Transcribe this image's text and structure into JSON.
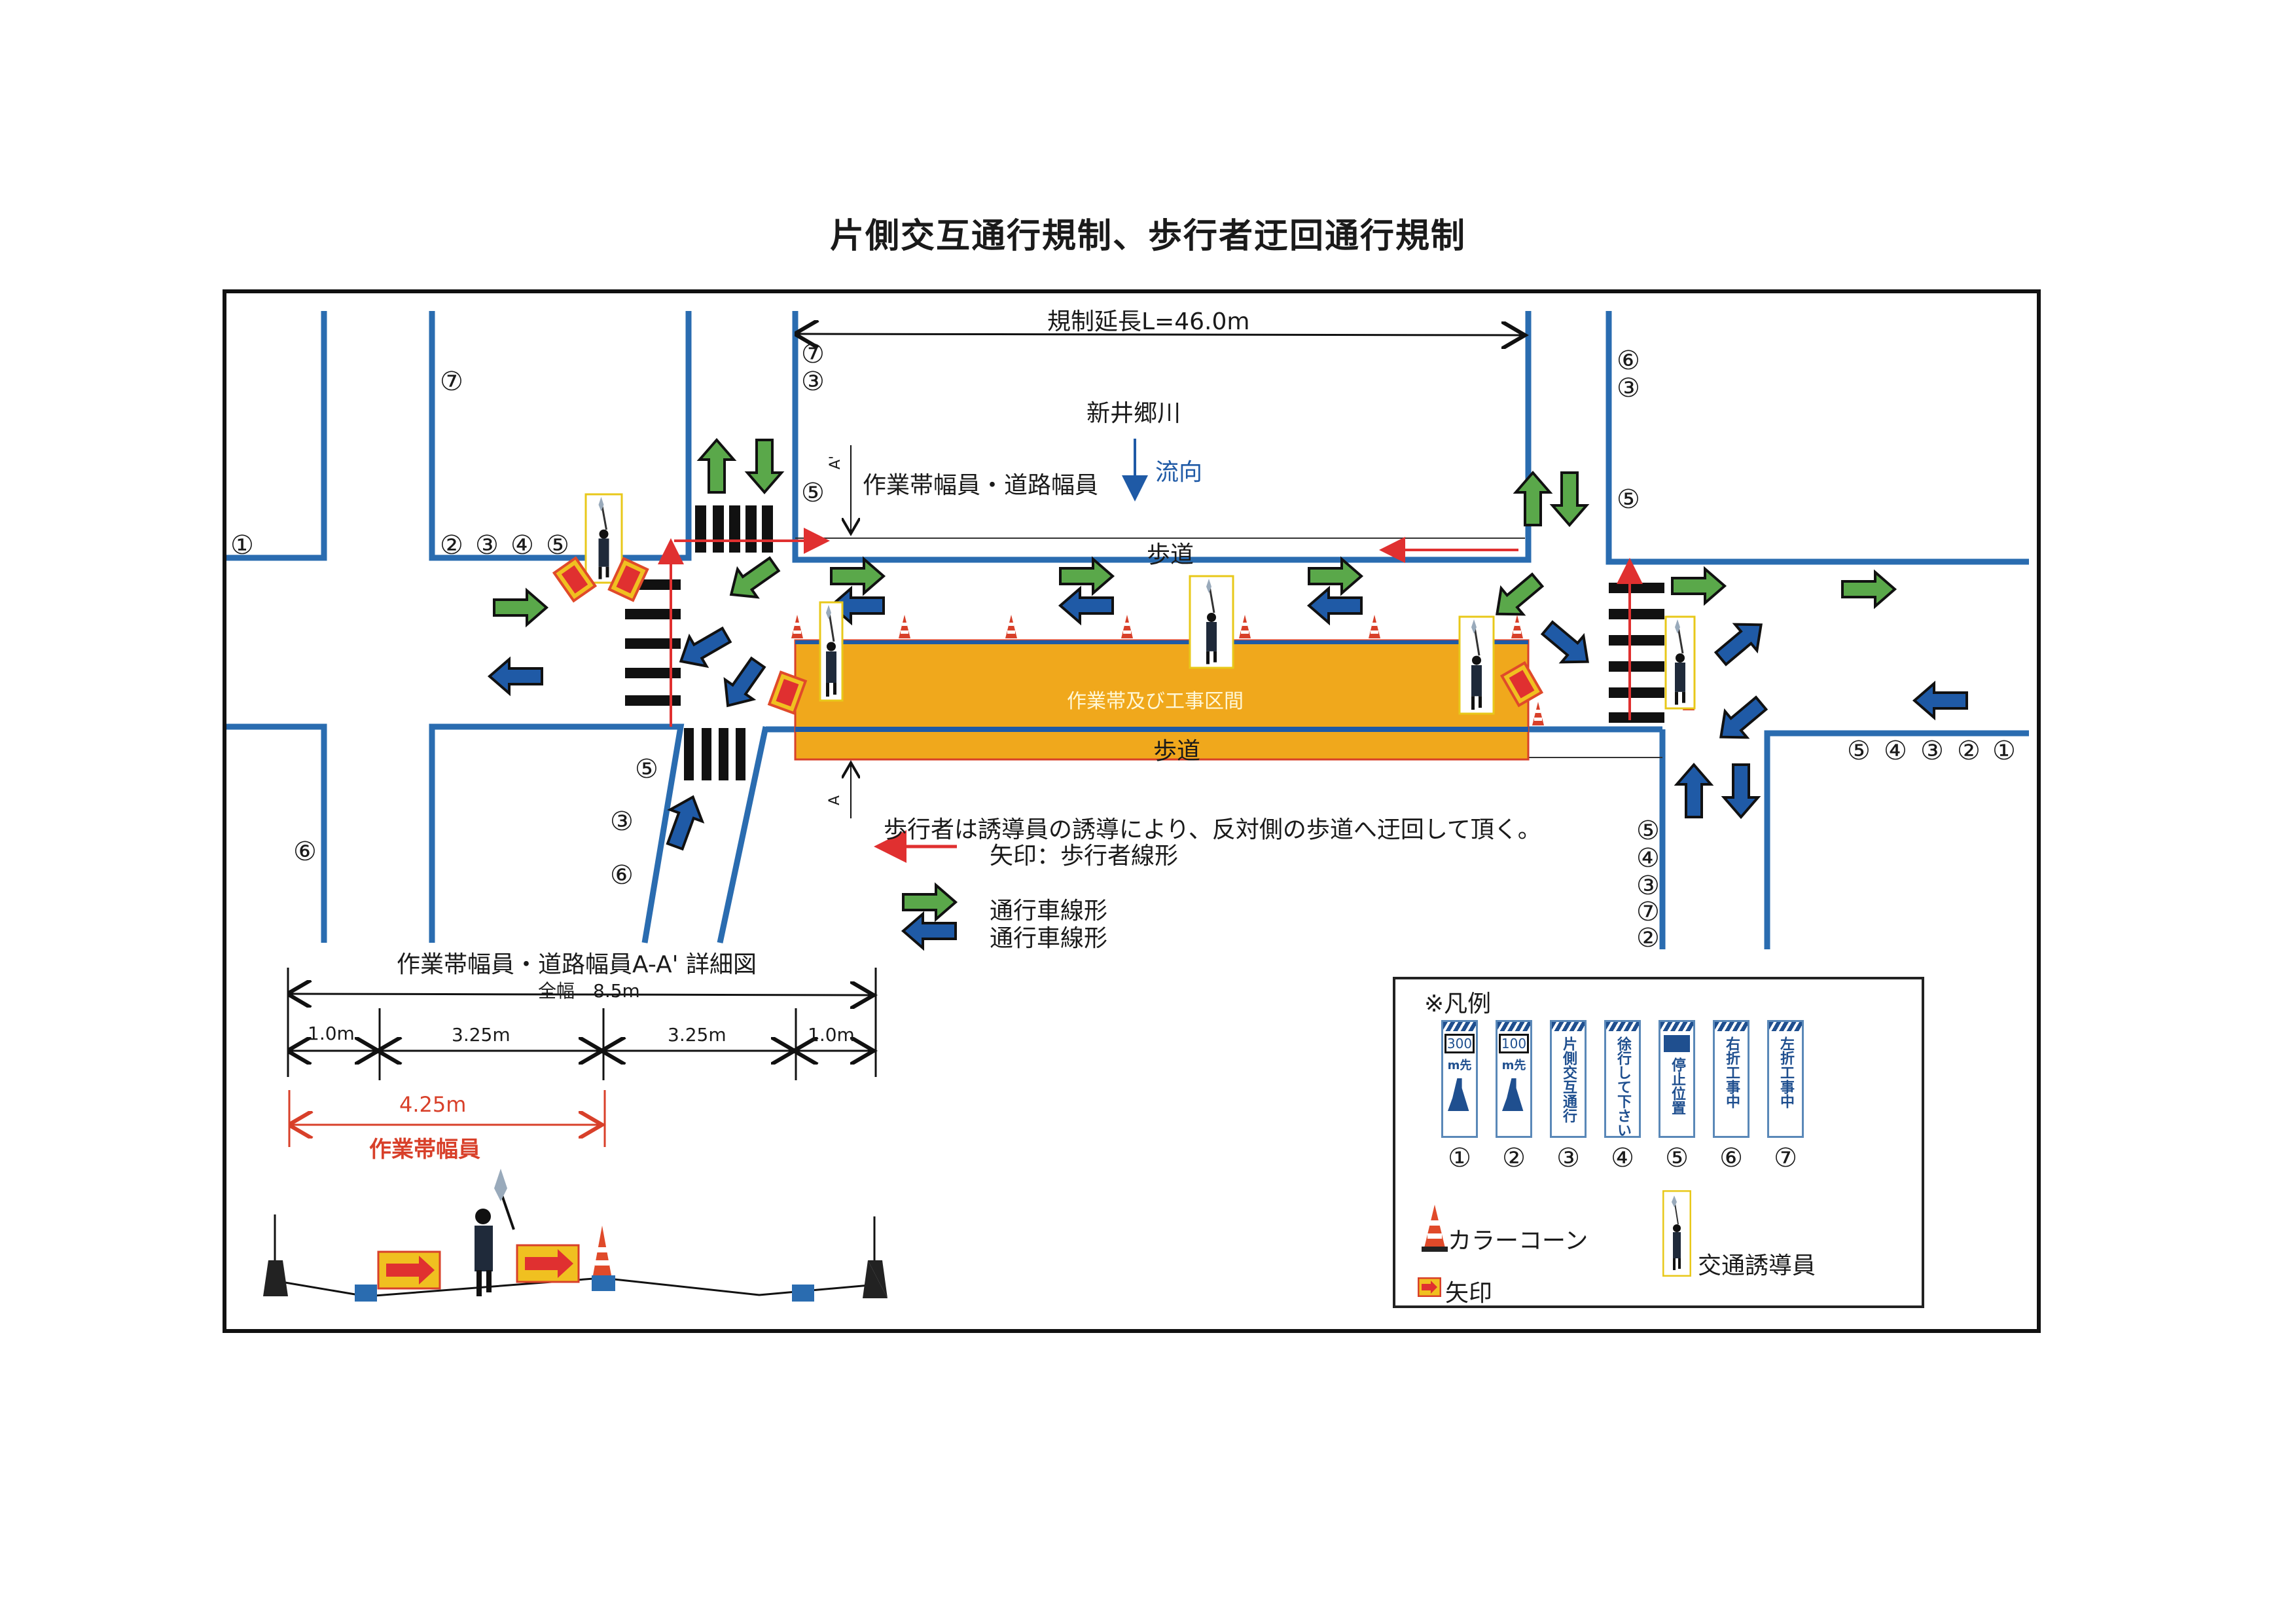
{
  "title": "片側交互通行規制、歩行者迂回通行規制",
  "plan": {
    "regulation_length": "規制延長L=46.0m",
    "river_name": "新井郷川",
    "flow_direction": "流向",
    "width_label": "作業帯幅員・道路幅員",
    "section_mark_top": "A'",
    "section_mark_bottom": "A",
    "sidewalk_top": "歩道",
    "sidewalk_bottom": "歩道",
    "work_zone": "作業帯及び工事区間",
    "pedestrian_note": "歩行者は誘導員の誘導により、反対側の歩道へ迂回して頂く。",
    "sign_markers": {
      "far_left": "①",
      "left_top_block": "⑦",
      "left_corner_row": [
        "②",
        "③",
        "④",
        "⑤"
      ],
      "left_bottom_block": "⑥",
      "left_diag_road": [
        "⑤",
        "③",
        "⑥"
      ],
      "mid_left_top": [
        "⑦",
        "③",
        "⑤"
      ],
      "right_top_block": [
        "⑥",
        "③",
        "⑤"
      ],
      "right_bottom_row": [
        "⑤",
        "④",
        "③",
        "②",
        "①"
      ],
      "right_bottom_col": [
        "⑤",
        "④",
        "③",
        "⑦",
        "②"
      ]
    }
  },
  "arrow_legend": {
    "pedestrian": "矢印：歩行者線形",
    "vehicle_east": "通行車線形",
    "vehicle_west": "通行車線形"
  },
  "section_detail": {
    "title": "作業帯幅員・道路幅員A-A'  詳細図",
    "total_width": "全幅　8.5m",
    "segments": [
      "1.0m",
      "3.25m",
      "3.25m",
      "1.0m"
    ],
    "work_width_value": "4.25m",
    "work_width_label": "作業帯幅員"
  },
  "legend": {
    "title": "※凡例",
    "signs": [
      {
        "num": "①",
        "text": "300",
        "sub": "m先",
        "type": "distance"
      },
      {
        "num": "②",
        "text": "100",
        "sub": "m先",
        "type": "distance"
      },
      {
        "num": "③",
        "text": "片側交互通行",
        "type": "text"
      },
      {
        "num": "④",
        "text": "徐行して下さい",
        "type": "text"
      },
      {
        "num": "⑤",
        "text": "停止位置",
        "type": "stop"
      },
      {
        "num": "⑥",
        "text": "右折工事中",
        "type": "text"
      },
      {
        "num": "⑦",
        "text": "左折工事中",
        "type": "text"
      }
    ],
    "cone": "カラーコーン",
    "arrow_board": "矢印",
    "flagger": "交通誘導員"
  },
  "colors": {
    "road_edge": "#2a6cb0",
    "green_arrow": "#5aa84a",
    "blue_arrow": "#1f5aa6",
    "work_zone": "#f0a81c",
    "pedestrian_arrow": "#e03030",
    "flagger_box": "#e8c81a",
    "red_label": "#d8402a"
  }
}
